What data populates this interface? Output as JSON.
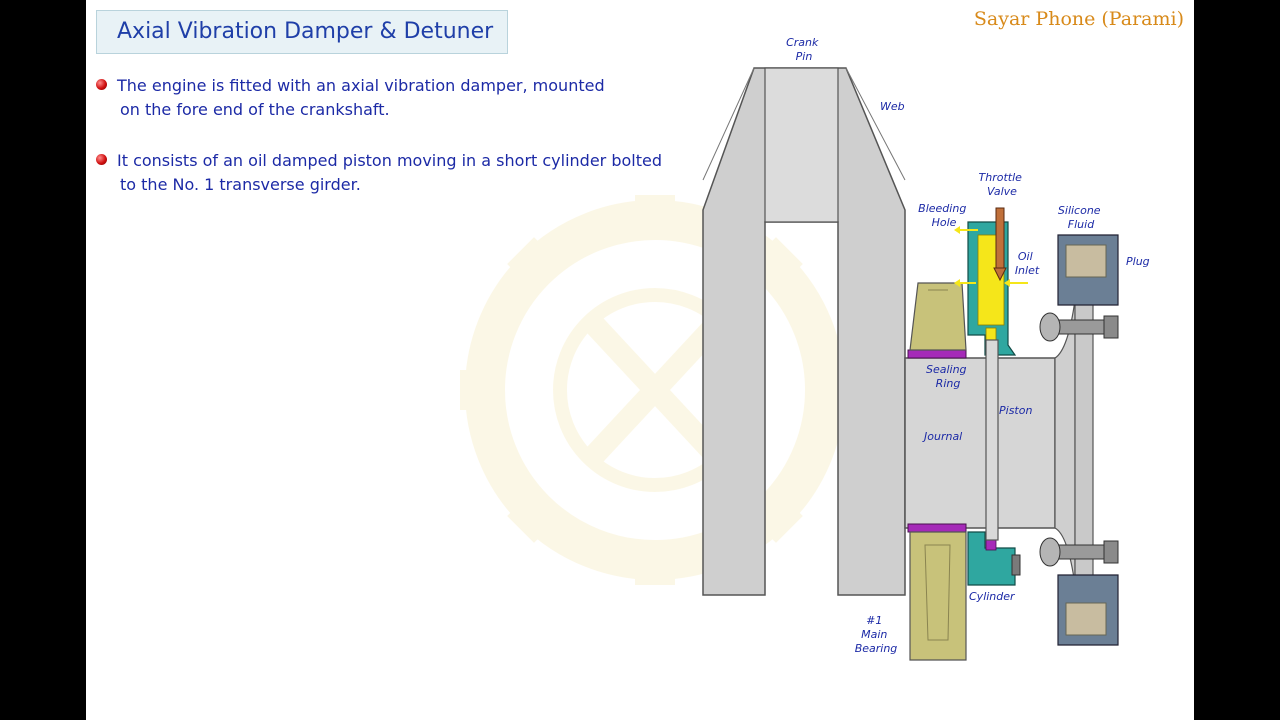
{
  "slide": {
    "title": "Axial Vibration Damper & Detuner",
    "brand": "Sayar Phone (Parami)"
  },
  "bullets": [
    {
      "line1": "The engine is fitted with an axial vibration damper, mounted",
      "line2": "on the fore end of the crankshaft."
    },
    {
      "line1": "It consists of an oil damped piston moving in a short cylinder bolted",
      "line2": "to the No. 1 transverse girder."
    }
  ],
  "labels": {
    "crank_pin": [
      "Crank",
      "Pin"
    ],
    "web": "Web",
    "throttle_valve": [
      "Throttle",
      "Valve"
    ],
    "bleeding_hole": [
      "Bleeding",
      "Hole"
    ],
    "oil_inlet": [
      "Oil",
      "Inlet"
    ],
    "silicone_fluid": [
      "Silicone",
      "Fluid"
    ],
    "plug": "Plug",
    "sealing_ring": [
      "Sealing",
      "Ring"
    ],
    "piston": "Piston",
    "journal": "Journal",
    "cylinder": "Cylinder",
    "main_bearing": [
      "#1",
      "Main",
      "Bearing"
    ]
  },
  "colors": {
    "title_text": "#1f3fa8",
    "brand_text": "#d88a1a",
    "body_text": "#1c2aa6",
    "steel": "#c9c9c9",
    "cylinder": "#2fa7a0",
    "bearing": "#c8c27a",
    "oil": "#f5e61a",
    "sealing": "#a52ab8",
    "damper_ring": "#6b7f95",
    "silicone": "#c8bca0"
  }
}
